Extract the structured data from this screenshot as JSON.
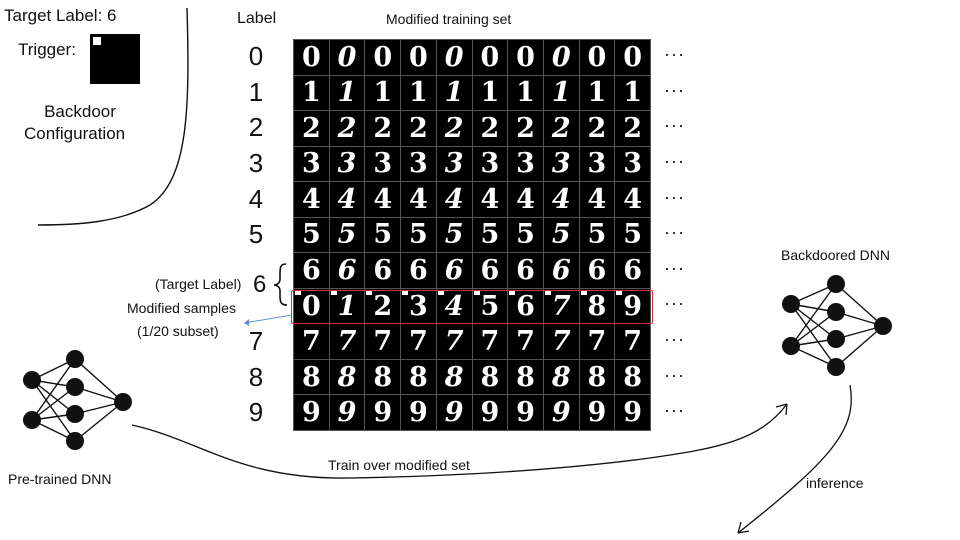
{
  "config": {
    "target_label_text": "Target Label: 6",
    "trigger_text": "Trigger:",
    "title_line1": "Backdoor",
    "title_line2": "Configuration"
  },
  "training_set": {
    "header_label": "Label",
    "title": "Modified training set",
    "row_labels": [
      "0",
      "1",
      "2",
      "3",
      "4",
      "5",
      "6",
      "7",
      "8",
      "9"
    ],
    "modified_samples": [
      "0",
      "1",
      "2",
      "3",
      "4",
      "5",
      "6",
      "7",
      "8",
      "9"
    ],
    "ellipsis": "···"
  },
  "annotations": {
    "target_label": "(Target Label)",
    "modified_samples": "Modified samples",
    "subset": "(1/20 subset)"
  },
  "networks": {
    "pretrained_label": "Pre-trained DNN",
    "backdoored_label": "Backdoored DNN"
  },
  "flow": {
    "train_label": "Train over modified set",
    "inference_label": "inference"
  },
  "icon_names": [
    "trigger-square-icon",
    "neural-network-icon",
    "arrow-icon",
    "brace-icon"
  ]
}
